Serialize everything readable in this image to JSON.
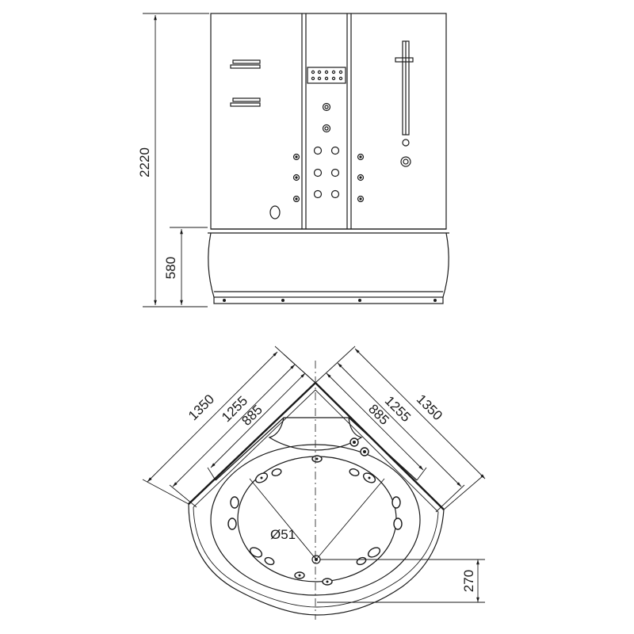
{
  "front_view": {
    "dimensions": {
      "total_height": "2220",
      "base_height": "580"
    }
  },
  "top_view": {
    "dimensions": {
      "outer_left": "1350",
      "mid_left": "1255",
      "inner_left": "885",
      "outer_right": "1350",
      "mid_right": "1255",
      "inner_right": "885",
      "drain": "Ø51",
      "drain_offset": "270"
    }
  }
}
